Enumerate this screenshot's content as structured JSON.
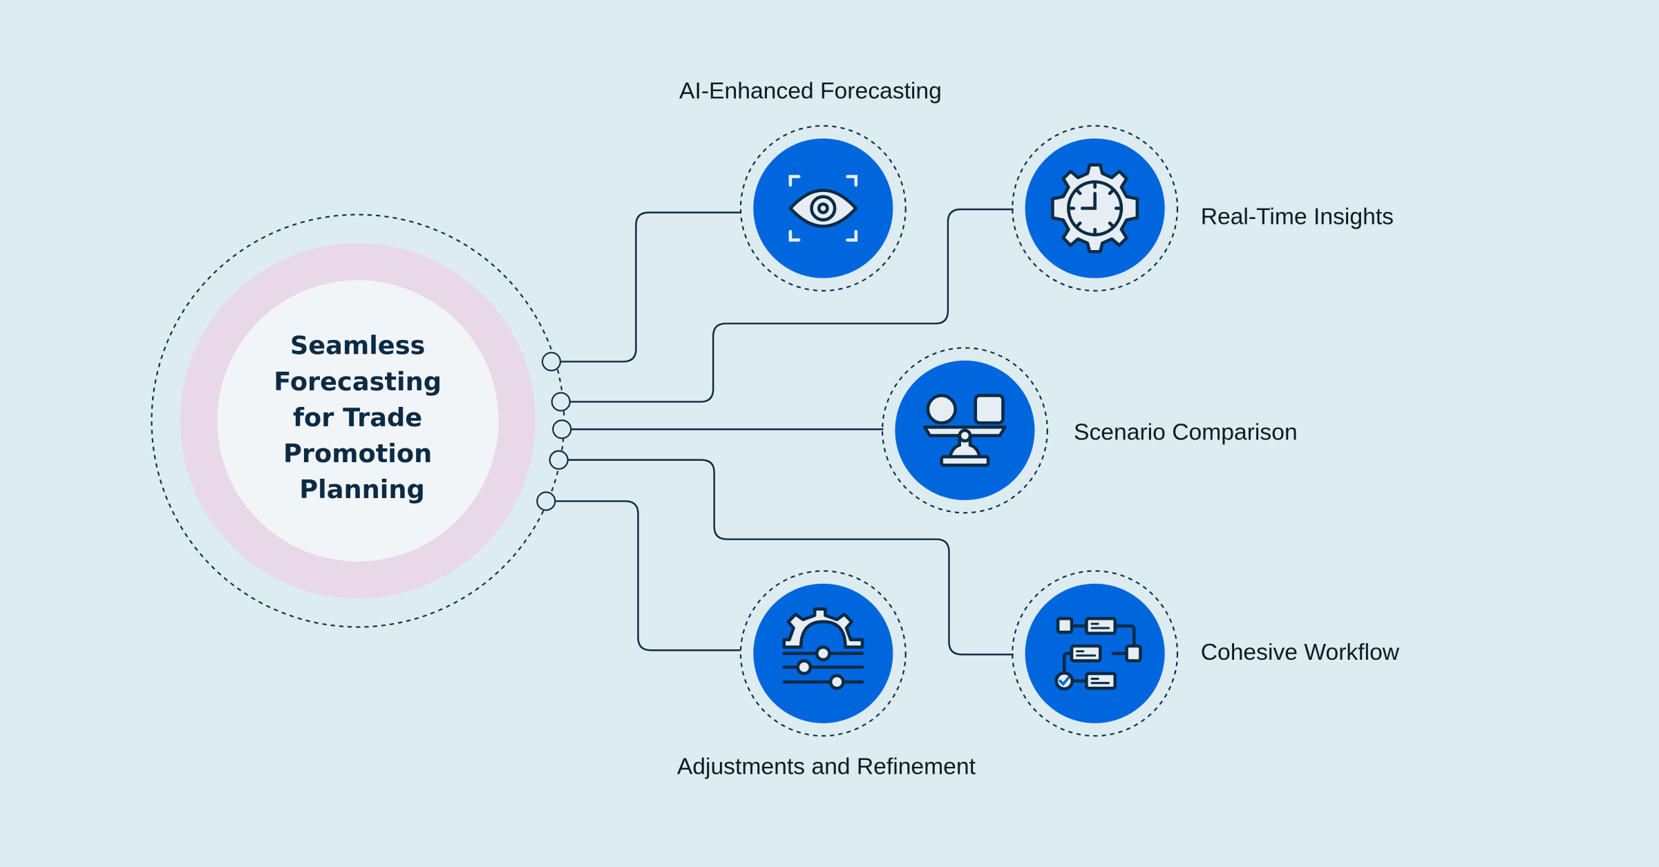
{
  "center": {
    "lines": [
      "Seamless",
      "Forecasting",
      "for Trade",
      "Promotion",
      "Planning"
    ]
  },
  "features": [
    {
      "label": "AI-Enhanced Forecasting",
      "icon": "eye-scan-icon"
    },
    {
      "label": "Real-Time Insights",
      "icon": "gear-clock-icon"
    },
    {
      "label": "Scenario Comparison",
      "icon": "balance-scale-icon"
    },
    {
      "label": "Cohesive Workflow",
      "icon": "workflow-icon"
    },
    {
      "label": "Adjustments and Refinement",
      "icon": "gear-sliders-icon"
    }
  ],
  "colors": {
    "background": "#dcecf0",
    "accent": "#0066dd",
    "ring": "#e8d8e8",
    "ink": "#0c2b45"
  }
}
